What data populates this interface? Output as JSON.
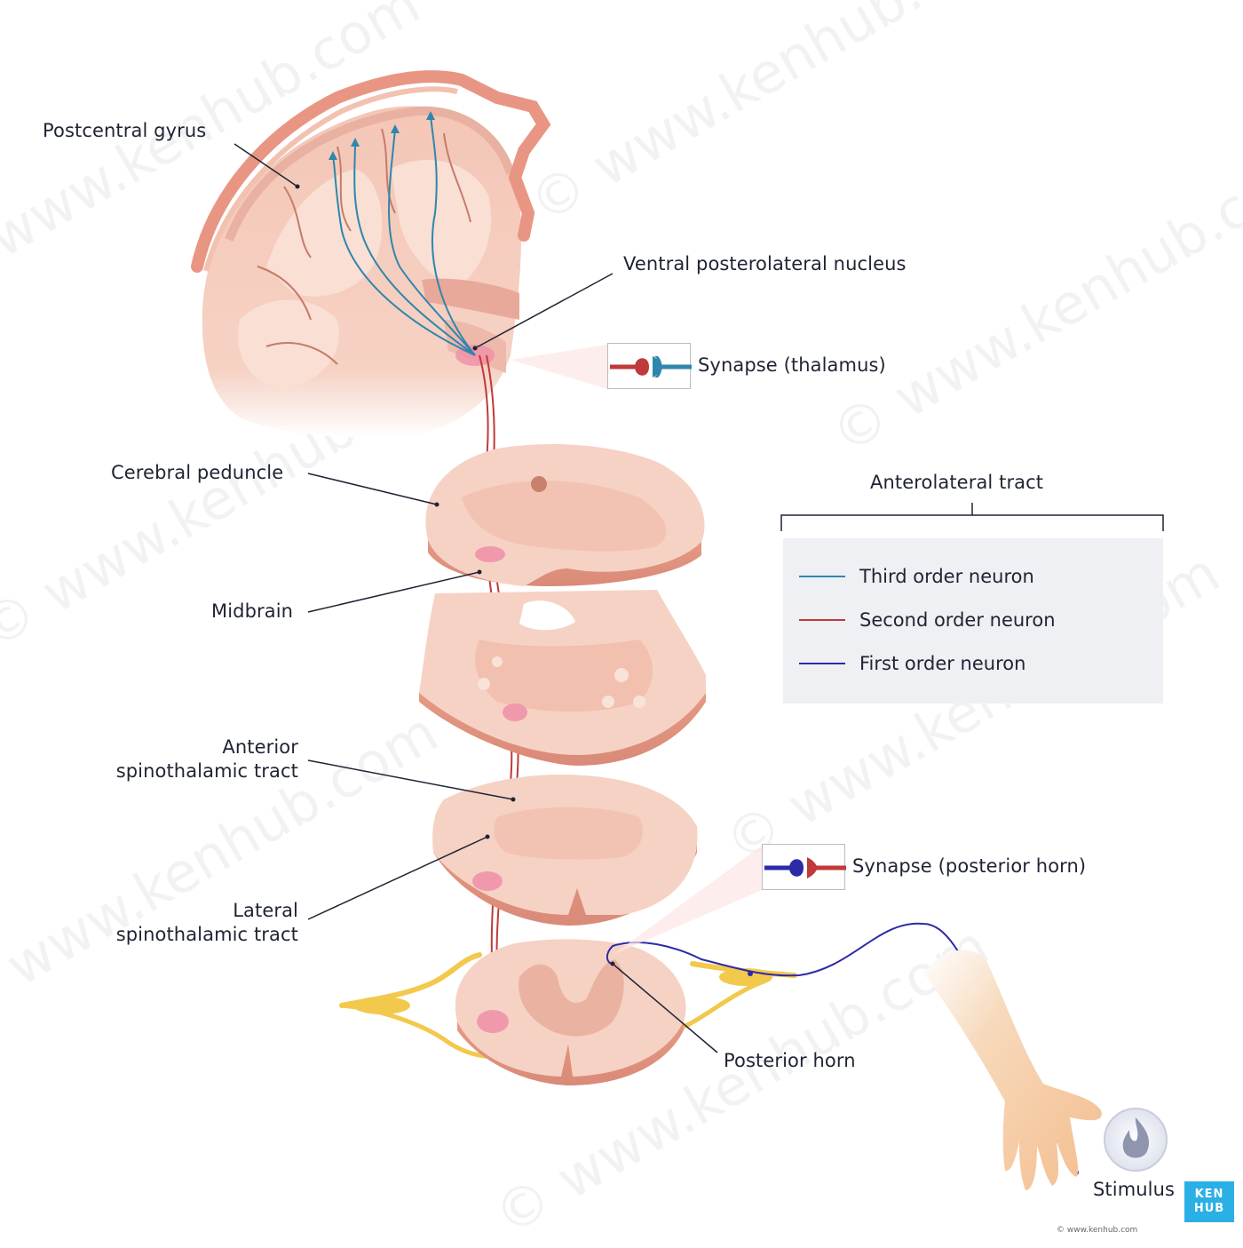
{
  "labels": {
    "postcentral_gyrus": "Postcentral gyrus",
    "vpl_nucleus": "Ventral posterolateral nucleus",
    "synapse_thalamus": "Synapse (thalamus)",
    "cerebral_peduncle": "Cerebral peduncle",
    "midbrain": "Midbrain",
    "anterior_tract_line1": "Anterior",
    "anterior_tract_line2": "spinothalamic tract",
    "lateral_tract_line1": "Lateral",
    "lateral_tract_line2": "spinothalamic tract",
    "synapse_posterior_horn": "Synapse (posterior horn)",
    "posterior_horn": "Posterior horn",
    "stimulus": "Stimulus"
  },
  "legend": {
    "title": "Anterolateral tract",
    "items": [
      {
        "label": "Third order neuron",
        "color": "#2f86ad"
      },
      {
        "label": "Second order neuron",
        "color": "#c0393b"
      },
      {
        "label": "First order neuron",
        "color": "#2d2aa8"
      }
    ]
  },
  "logo": {
    "line1": "KEN",
    "line2": "HUB"
  },
  "copyright": "© www.kenhub.com",
  "watermark": "© www.kenhub.com",
  "colors": {
    "tissue": "#f6d2c4",
    "tissue_dark": "#e8a99a",
    "tissue_edge": "#d98a78",
    "nerve": "#f2c94c",
    "nucleus": "#f08fa8",
    "third_order": "#2f86ad",
    "second_order": "#c0393b",
    "first_order": "#2d2aa8",
    "skin": "#f7c9a0"
  }
}
